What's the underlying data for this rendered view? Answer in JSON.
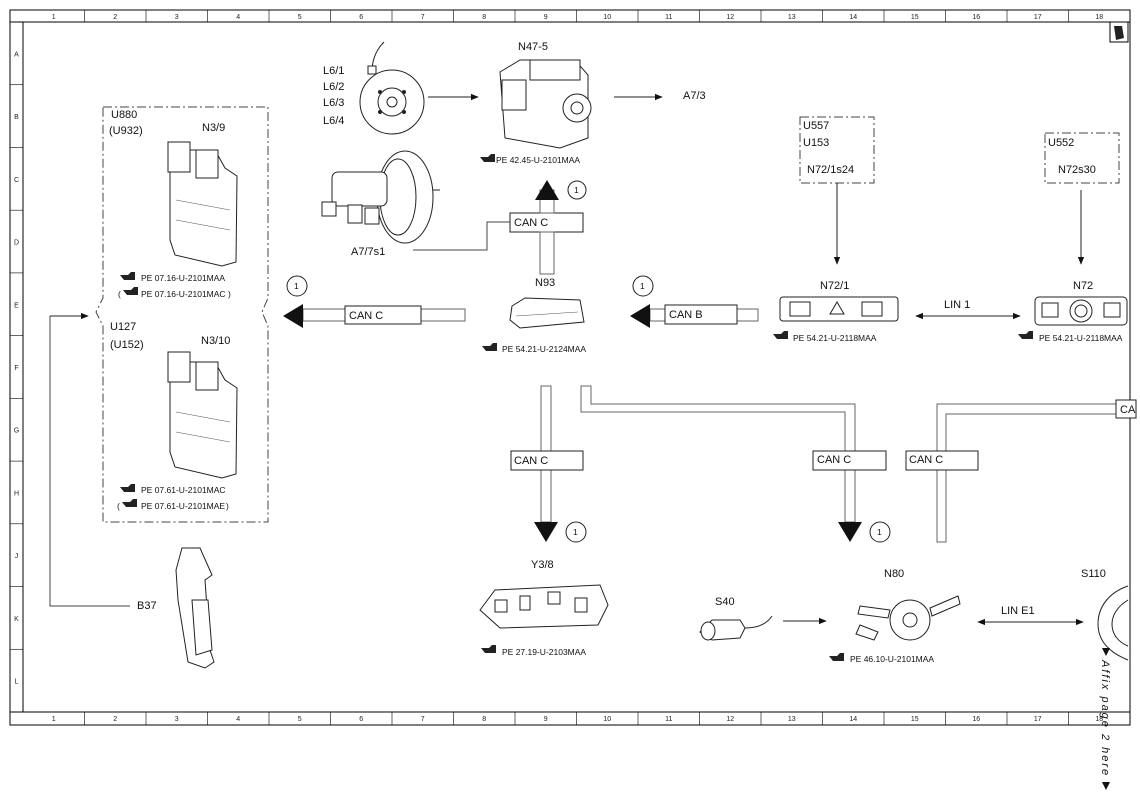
{
  "grid": {
    "columns": [
      "1",
      "2",
      "3",
      "4",
      "5",
      "6",
      "7",
      "8",
      "9",
      "10",
      "11",
      "12",
      "13",
      "14",
      "15",
      "16",
      "17",
      "18"
    ],
    "rows": [
      "A",
      "B",
      "C",
      "D",
      "E",
      "F",
      "G",
      "H",
      "J",
      "K",
      "L"
    ]
  },
  "components": {
    "u880": "U880",
    "u932": "(U932)",
    "n3_9": "N3/9",
    "u127": "U127",
    "u152": "(U152)",
    "n3_10": "N3/10",
    "l6_1": "L6/1",
    "l6_2": "L6/2",
    "l6_3": "L6/3",
    "l6_4": "L6/4",
    "n47_5": "N47-5",
    "a7_3": "A7/3",
    "a7_7s1": "A7/7s1",
    "n93": "N93",
    "u557": "U557",
    "u153": "U153",
    "n72_1s24": "N72/1s24",
    "n72_1": "N72/1",
    "u552": "U552",
    "n72s30": "N72s30",
    "n72": "N72",
    "y3_8": "Y3/8",
    "s40": "S40",
    "n80": "N80",
    "s110": "S110",
    "b37": "B37"
  },
  "references": {
    "n3_9_a": "PE 07.16-U-2101MAA",
    "n3_9_b": "PE 07.16-U-2101MAC",
    "n3_10_a": "PE 07.61-U-2101MAC",
    "n3_10_b": "PE 07.61-U-2101MAE",
    "n47_5": "PE 42.45-U-2101MAA",
    "n93": "PE 54.21-U-2124MAA",
    "n72_1": "PE 54.21-U-2118MAA",
    "n72": "PE 54.21-U-2118MAA",
    "y3_8": "PE 27.19-U-2103MAA",
    "n80": "PE 46.10-U-2101MAA"
  },
  "buses": {
    "can_c_up": "CAN C",
    "can_c_left": "CAN C",
    "can_b": "CAN B",
    "can_c_down": "CAN C",
    "can_c_n80": "CAN C",
    "can_c_right": "CAN C",
    "can_c_cut": "CA",
    "lin_1": "LIN 1",
    "lin_e1": "LIN E1"
  },
  "markers": {
    "note": "1"
  },
  "side_note": "Affix page 2 here"
}
